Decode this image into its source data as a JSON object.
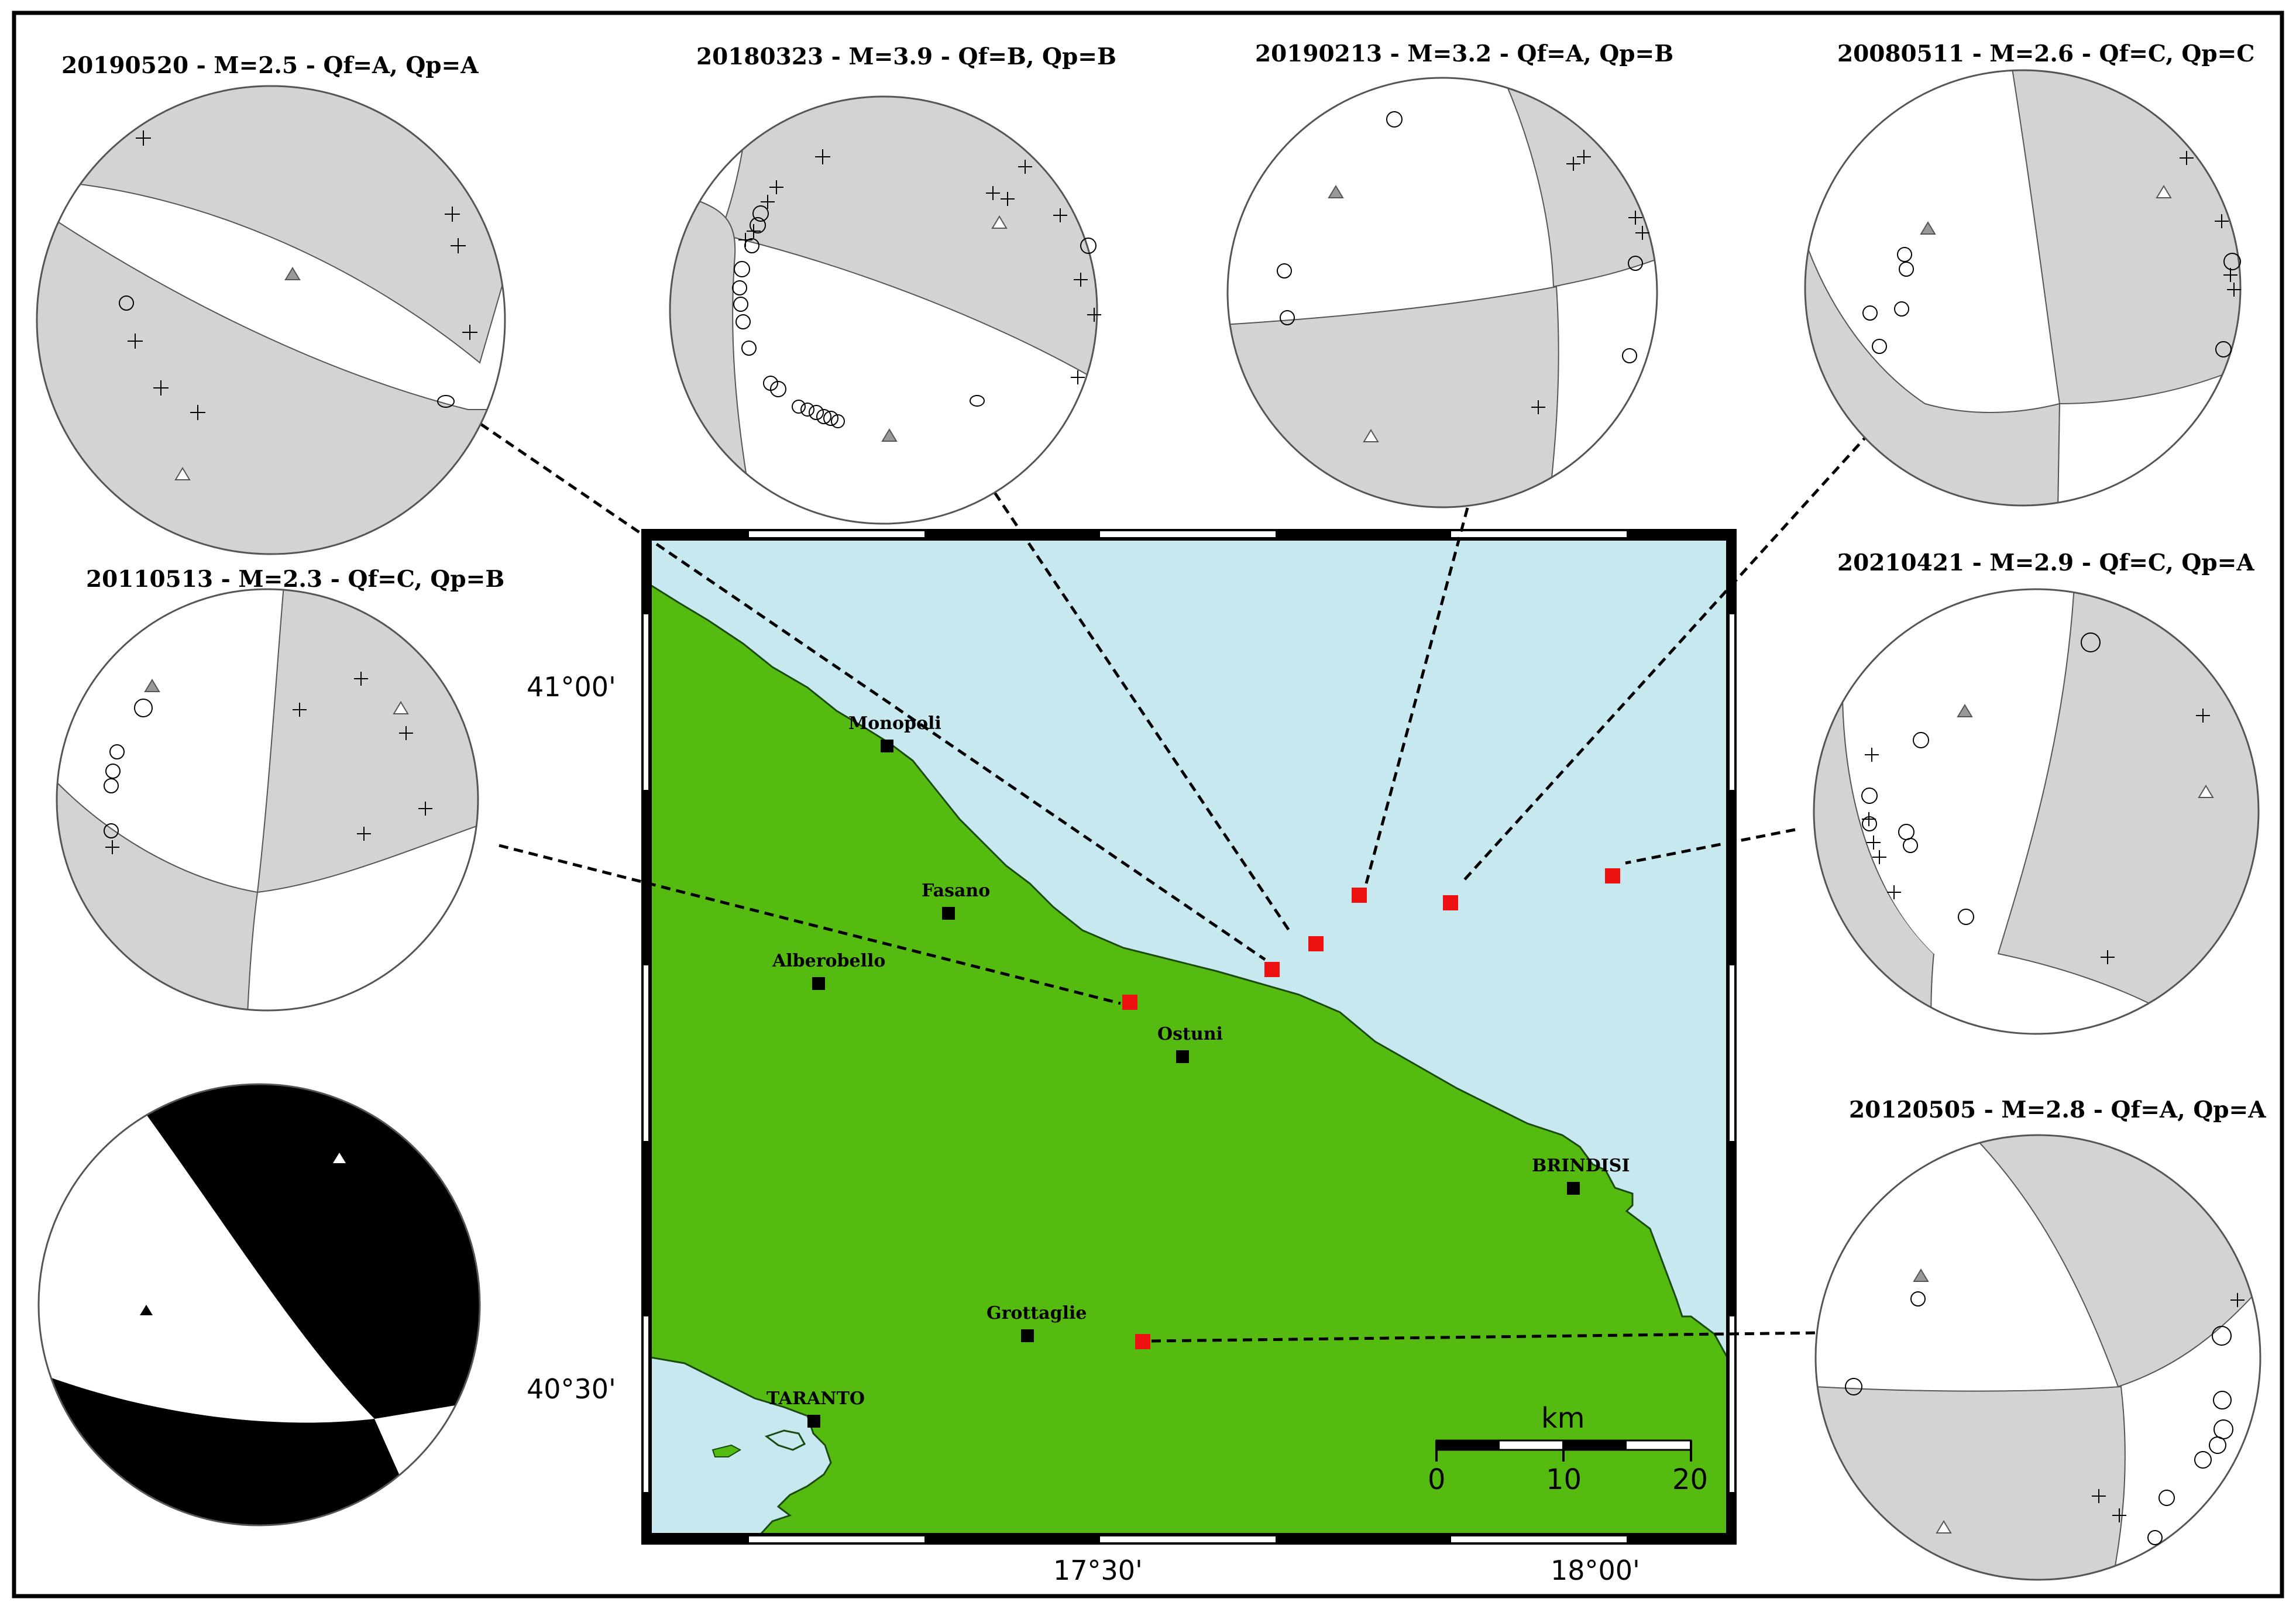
{
  "figure": {
    "colors": {
      "sea": "#c8e8f0",
      "land": "#55bb10",
      "shade": "#d3d3d3",
      "epicenter": "#ee1111",
      "city": "#000000"
    }
  },
  "map": {
    "lat_labels": [
      "41°00'",
      "40°30'"
    ],
    "lon_labels": [
      "17°30'",
      "18°00'"
    ],
    "cities": [
      {
        "name": "Monopoli"
      },
      {
        "name": "Fasano"
      },
      {
        "name": "Alberobello"
      },
      {
        "name": "Ostuni"
      },
      {
        "name": "BRINDISI"
      },
      {
        "name": "Grottaglie"
      },
      {
        "name": "TARANTO"
      }
    ],
    "scale_bar": {
      "unit": "km",
      "ticks": [
        "0",
        "10",
        "20"
      ]
    }
  },
  "mechanisms": [
    {
      "title": "20190520 - M=2.5 - Qf=A, Qp=A"
    },
    {
      "title": "20180323 - M=3.9 - Qf=B, Qp=B"
    },
    {
      "title": "20190213 - M=3.2 - Qf=A, Qp=B"
    },
    {
      "title": "20080511 - M=2.6 - Qf=C, Qp=C"
    },
    {
      "title": "20110513 - M=2.3 - Qf=C, Qp=B"
    },
    {
      "title": "20210421 - M=2.9 - Qf=C, Qp=A"
    },
    {
      "title": "20120505 - M=2.8 - Qf=A, Qp=A"
    }
  ]
}
